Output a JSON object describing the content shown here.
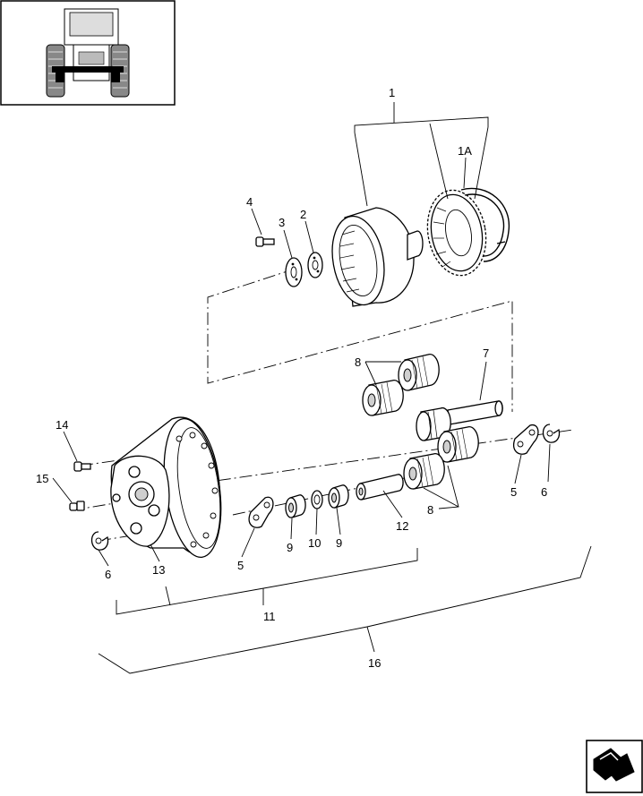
{
  "callouts": {
    "c1": "1",
    "c1a": "1A",
    "c2": "2",
    "c3": "3",
    "c4": "4",
    "c5a": "5",
    "c5b": "5",
    "c6a": "6",
    "c6b": "6",
    "c7": "7",
    "c8a": "8",
    "c8b": "8",
    "c9a": "9",
    "c9b": "9",
    "c10": "10",
    "c11": "11",
    "c12": "12",
    "c13": "13",
    "c14": "14",
    "c15": "15",
    "c16": "16"
  },
  "icons": {
    "thumbnail": "tractor-front-axle-thumbnail-icon",
    "nav": "navigation-arrow-icon"
  }
}
